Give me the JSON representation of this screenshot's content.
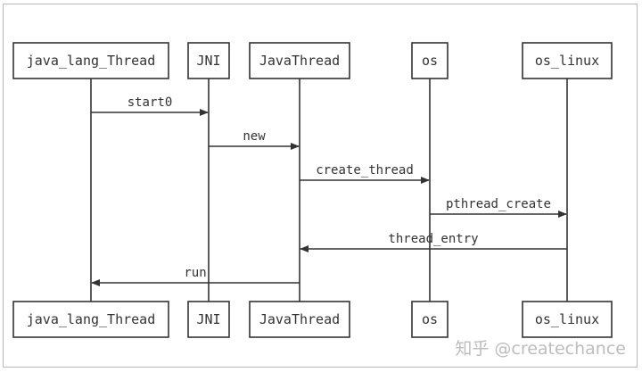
{
  "participants": [
    {
      "id": "java_lang_thread",
      "label": "java_lang_Thread"
    },
    {
      "id": "jni",
      "label": "JNI"
    },
    {
      "id": "javathread",
      "label": "JavaThread"
    },
    {
      "id": "os",
      "label": "os"
    },
    {
      "id": "os_linux",
      "label": "os_linux"
    }
  ],
  "messages": [
    {
      "from": 0,
      "to": 1,
      "label": "start0"
    },
    {
      "from": 1,
      "to": 2,
      "label": "new"
    },
    {
      "from": 2,
      "to": 3,
      "label": "create_thread"
    },
    {
      "from": 3,
      "to": 4,
      "label": "pthread_create"
    },
    {
      "from": 4,
      "to": 2,
      "label": "thread_entry"
    },
    {
      "from": 2,
      "to": 0,
      "label": "run"
    }
  ],
  "watermark": "知乎 @createchance"
}
